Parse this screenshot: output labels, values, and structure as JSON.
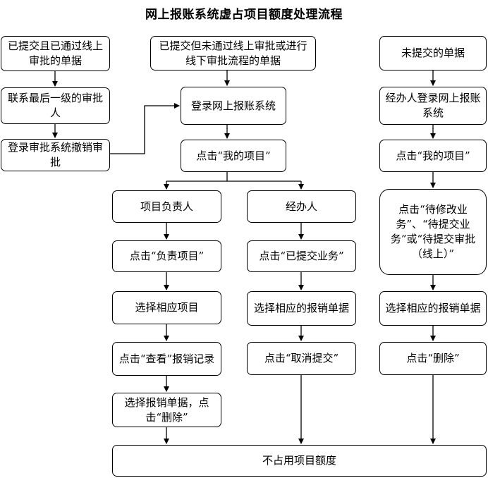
{
  "title": "网上报账系统虚占项目额度处理流程",
  "nodes": {
    "approved_online": "已提交且已通过线上审批的单据",
    "contact_last_approver": "联系最后一级的审批人",
    "login_revoke": "登录审批系统撤销审批",
    "submitted_not_approved": "已提交但未通过线上审批或进行线下审批流程的单据",
    "login_system_center": "登录网上报账系统",
    "click_my_project_center": "点击“我的项目”",
    "project_leader": "项目负责人",
    "handler": "经办人",
    "click_responsible_project": "点击“负责项目”",
    "select_project": "选择相应项目",
    "click_view_records": "点击“查看”报销记录",
    "select_doc_delete": "选择报销单据，点击“删除”",
    "click_submitted_business": "点击“已提交业务”",
    "select_doc_center": "选择相应的报销单据",
    "click_cancel_submit": "点击“取消提交”",
    "not_submitted": "未提交的单据",
    "handler_login": "经办人登录网上报账系统",
    "click_my_project_right": "点击“我的项目”",
    "click_pending": "点击“待修改业务”、“待提交业务”或“待提交审批（线上）”",
    "select_doc_right": "选择相应的报销单据",
    "click_delete": "点击“删除”",
    "final": "不占用项目额度"
  }
}
